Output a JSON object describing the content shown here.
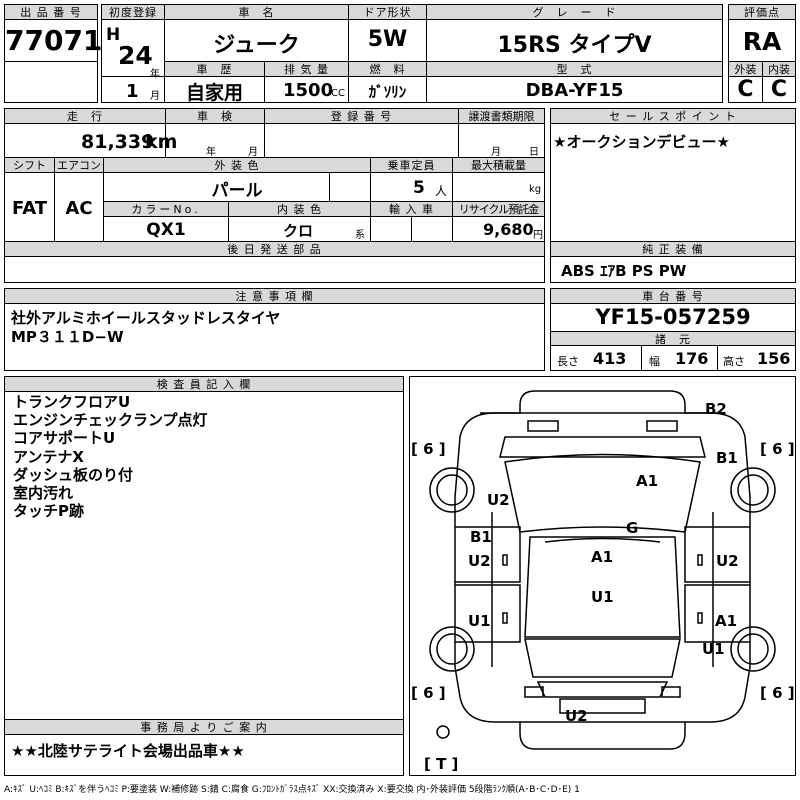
{
  "header": {
    "lot_label": "出 品 番 号",
    "lot_value": "77071",
    "first_reg_label": "初度登録",
    "era_mark": "H",
    "year_value": "24",
    "year_unit": "年",
    "month_value": "1",
    "month_unit": "月",
    "car_name_label": "車　名",
    "car_name_value": "ジューク",
    "door_label": "ドア形状",
    "door_value": "5W",
    "grade_label": "グ　レ　ー　ド",
    "grade_value": "15RS タイプV",
    "eval_label": "評価点",
    "eval_value": "RA",
    "history_label": "車　歴",
    "history_value": "自家用",
    "displacement_label": "排 気 量",
    "displacement_value": "1500",
    "displacement_unit": "CC",
    "fuel_label": "燃　料",
    "fuel_value": "ｶﾞｿﾘﾝ",
    "model_label": "型　式",
    "model_value": "DBA-YF15",
    "exterior_label": "外装",
    "exterior_value": "C",
    "interior_label": "内装",
    "interior_value": "C"
  },
  "spec": {
    "mileage_label": "走　行",
    "mileage_value": "81,339",
    "mileage_unit": "km",
    "inspection_label": "車　検",
    "inspection_year_unit": "年",
    "inspection_month_unit": "月",
    "registration_label": "登 録 番 号",
    "transfer_label": "譲渡書類期限",
    "transfer_month_unit": "月",
    "transfer_day_unit": "日",
    "shift_label": "シフト",
    "shift_value": "FAT",
    "aircon_label": "エアコン",
    "aircon_value": "AC",
    "color_label": "外 装 色",
    "color_value": "パール",
    "capacity_label": "乗車定員",
    "capacity_value": "5",
    "capacity_unit": "人",
    "maxload_label": "最大積載量",
    "maxload_unit": "kg",
    "colorno_label": "カラーNo.",
    "colorno_value": "QX1",
    "interior_color_label": "内 装 色",
    "interior_color_value": "クロ",
    "interior_color_suffix": "系",
    "import_label": "輸 入 車",
    "recycle_label": "リサイクル預託金",
    "recycle_value": "9,680",
    "recycle_unit": "円",
    "later_parts_label": "後 日 発 送 部 品"
  },
  "sales": {
    "label": "セ ー ル ス ポ イ ン ト",
    "value": "★オークションデビュー★",
    "equipment_label": "純 正 装 備",
    "equipment_value": "ABS ｴｱB PS PW"
  },
  "caution": {
    "label": "注 意 事 項 欄",
    "line1": "社外アルミホイールスタッドレスタイヤ",
    "line2": "MP３１１D−W"
  },
  "chassis": {
    "label": "車 台 番 号",
    "value": "YF15-057259",
    "dims_label": "諸　元",
    "length_label": "長さ",
    "length_value": "413",
    "width_label": "幅",
    "width_value": "176",
    "height_label": "高さ",
    "height_value": "156"
  },
  "inspector": {
    "label": "検 査 員 記 入 欄",
    "notes": [
      "トランクフロアU",
      "エンジンチェックランプ点灯",
      "コアサポートU",
      "アンテナX",
      "ダッシュ板のり付",
      "室内汚れ",
      "タッチP跡"
    ]
  },
  "office": {
    "label": "事 務 局 よ り ご 案 内",
    "value": "★★北陸サテライト会場出品車★★"
  },
  "diagram": {
    "tire_fl": "[ 6 ]",
    "tire_fr": "[ 6 ]",
    "tire_rl": "[ 6 ]",
    "tire_rr": "[ 6 ]",
    "spare": "[ T ]",
    "marks": [
      "B2",
      "B1",
      "A1",
      "U2",
      "G",
      "B1",
      "U2",
      "A1",
      "U2",
      "U1",
      "U1",
      "A1",
      "U1",
      "U2"
    ]
  },
  "legend": "A:ｷｽﾞ U:ﾍｺﾐ B:ｷｽﾞを伴うﾍｺﾐ P:要塗装 W:補修跡 S:錆 C:腐食 G:ﾌﾛﾝﾄｶﾞﾗｽ点ｷｽﾞ XX:交換済み X:要交換 内･外装評価 5段階ﾗﾝｸ順(A･B･C･D･E) 1"
}
